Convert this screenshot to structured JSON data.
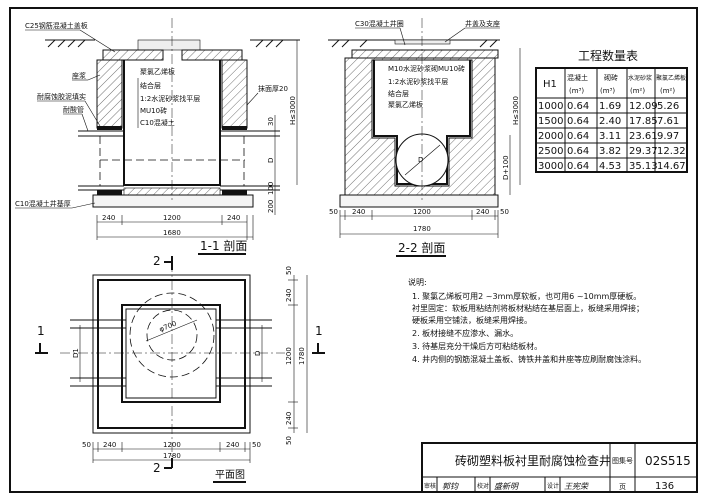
{
  "section_1_1": {
    "title": "1-1 剖面",
    "labels": {
      "cover": "C25钢筋混凝土盖板",
      "grout": "座浆",
      "filler": "耐腐蚀胶泥填实",
      "pipe": "耐酸管",
      "base": "C10混凝土井基厚",
      "plaster": "抹面厚20"
    },
    "layers": [
      "聚氯乙烯板",
      "结合层",
      "1:2水泥砂浆找平层",
      "MU10砖",
      "C10混凝土"
    ],
    "dims": {
      "wall_left": "240",
      "inner": "1200",
      "wall_right": "240",
      "total": "1680",
      "h": "H≤3000",
      "d30": "30",
      "d": "D",
      "d100": "100",
      "d200": "200"
    }
  },
  "section_2_2": {
    "title": "2-2 剖面",
    "labels": {
      "ring": "C30混凝土井圈",
      "cover": "井盖及支座",
      "d": "D"
    },
    "layers": [
      "M10水泥砂浆砌MU10砖",
      "1:2水泥砂浆找平层",
      "结合层",
      "聚氯乙烯板"
    ],
    "dims": {
      "e1": "50",
      "w1": "240",
      "inner": "1200",
      "w2": "240",
      "e2": "50",
      "total": "1780",
      "h": "H≤3000",
      "dp": "D+100"
    }
  },
  "plan": {
    "title": "平面图",
    "diameter": "φ700",
    "cut1": "1",
    "cut2": "2",
    "d_left": "D1",
    "d_right": "D",
    "dims": {
      "e1": "50",
      "w1": "240",
      "inner": "1200",
      "w2": "240",
      "e2": "50",
      "total": "1780"
    }
  },
  "quantity_table": {
    "title": "工程数量表",
    "headers": [
      {
        "name": "H1",
        "unit": ""
      },
      {
        "name": "混凝土",
        "unit": "(m³)"
      },
      {
        "name": "砌砖",
        "unit": "(m³)"
      },
      {
        "name": "水泥砂浆",
        "unit": "(m²)"
      },
      {
        "name": "聚氯乙烯板",
        "unit": "(m²)"
      }
    ],
    "rows": [
      [
        "1000",
        "0.64",
        "1.69",
        "12.09",
        "5.26"
      ],
      [
        "1500",
        "0.64",
        "2.40",
        "17.85",
        "7.61"
      ],
      [
        "2000",
        "0.64",
        "3.11",
        "23.61",
        "9.97"
      ],
      [
        "2500",
        "0.64",
        "3.82",
        "29.37",
        "12.32"
      ],
      [
        "3000",
        "0.64",
        "4.53",
        "35.13",
        "14.67"
      ]
    ]
  },
  "notes": {
    "heading": "说明:",
    "lines": [
      "1. 聚氯乙烯板可用2 ~3mm厚软板，也可用6 ~10mm厚硬板。",
      "   衬里固定：软板用粘结剂将板材粘结在基层面上，板缝采用焊接；",
      "   硬板采用空铺法，板缝采用焊接。",
      "2. 板材接缝不应渗水、漏水。",
      "3. 待基层充分干燥后方可粘结板材。",
      "4. 井内侧的钢筋混凝土盖板、铸铁井盖和井座等应刷耐腐蚀涂料。"
    ]
  },
  "title_block": {
    "title": "砖砌塑料板衬里耐腐蚀检查井",
    "atlas_label": "图集号",
    "atlas_no": "02S515",
    "page_label": "页",
    "page_no": "136",
    "review_label": "审核",
    "review_sig": "郭钧",
    "check_label": "校对",
    "check_sig": "盛新明",
    "design_label": "设计",
    "design_sig": "王宪荣"
  }
}
